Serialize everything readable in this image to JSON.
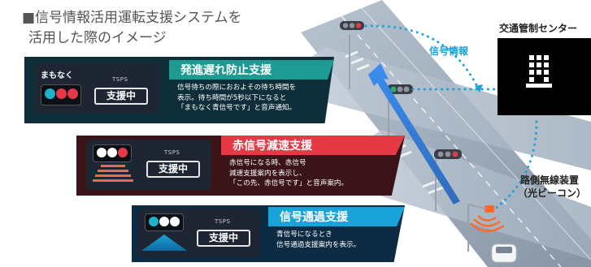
{
  "title": {
    "line1": "■信号情報活用運転支援システムを",
    "line2": "活用した際のイメージ"
  },
  "labels": {
    "control_center": "交通管制センター",
    "signal_info": "信号情報",
    "roadside_1": "路側無線装置",
    "roadside_2": "（光ビーコン）"
  },
  "cards": [
    {
      "heading": "発進遅れ防止支援",
      "body": [
        "信号待ちの際におおよその待ち時間を",
        "表示。待ち時間が5秒以下になると",
        "「まもなく青信号です」と音声通知。"
      ],
      "device_caption": "まもなく",
      "tsps": "TSPS",
      "status": "支援中",
      "colors": {
        "accent": "#1f9a92",
        "panel": "#0e2f3a"
      }
    },
    {
      "heading": "赤信号減速支援",
      "body": [
        "赤信号になる時、赤信号",
        "減速支援案内を表示し、",
        "「この先、赤信号です」と音声案内。"
      ],
      "device_caption": "",
      "tsps": "TSPS",
      "status": "支援中",
      "colors": {
        "accent": "#e63946",
        "panel": "#3a1418"
      }
    },
    {
      "heading": "信号通過支援",
      "body": [
        "青信号になるとき",
        "信号通過支援案内を表示。"
      ],
      "device_caption": "",
      "tsps": "TSPS",
      "status": "支援中",
      "colors": {
        "accent": "#1aa3d8",
        "panel": "#0d2c44"
      }
    }
  ],
  "icons": [
    "building-icon",
    "traffic-light-icon",
    "beacon-icon",
    "car-icon",
    "arrow-icon"
  ]
}
